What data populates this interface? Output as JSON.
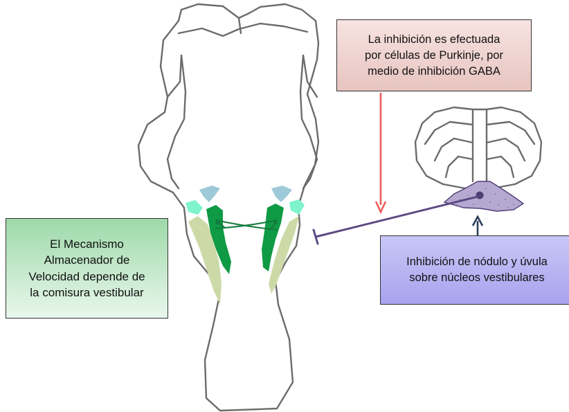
{
  "callouts": {
    "purkinje": {
      "lines": [
        "La inhibición es efectuada",
        "por células de Purkinje, por",
        "medio de inhibición GABA"
      ]
    },
    "velocity_storage": {
      "lines": [
        "El Mecanismo",
        "Almacenador de",
        "Velocidad depende de",
        "la comisura vestibular"
      ]
    },
    "nodulus_uvula": {
      "lines": [
        "Inhibición de nódulo y úvula",
        "sobre núcleos vestibulares"
      ]
    }
  },
  "colors": {
    "outline": "#6b6b6b",
    "red_arrow": "#f05a5a",
    "navy_arrow": "#2b3e5c",
    "inhibition_line": "#5b4a82",
    "nodulus_fill": "#b7a8d1",
    "dark_green": "#0f9a45",
    "light_green": "#cddaa8",
    "mint": "#7ef3cc",
    "light_blue": "#9ec9d9"
  }
}
